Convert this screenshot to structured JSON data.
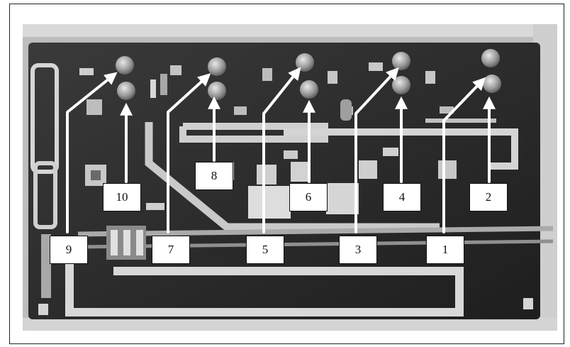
{
  "callouts": [
    {
      "label": "10"
    },
    {
      "label": "8"
    },
    {
      "label": "6"
    },
    {
      "label": "4"
    },
    {
      "label": "2"
    },
    {
      "label": "9"
    },
    {
      "label": "7"
    },
    {
      "label": "5"
    },
    {
      "label": "3"
    },
    {
      "label": "1"
    }
  ]
}
